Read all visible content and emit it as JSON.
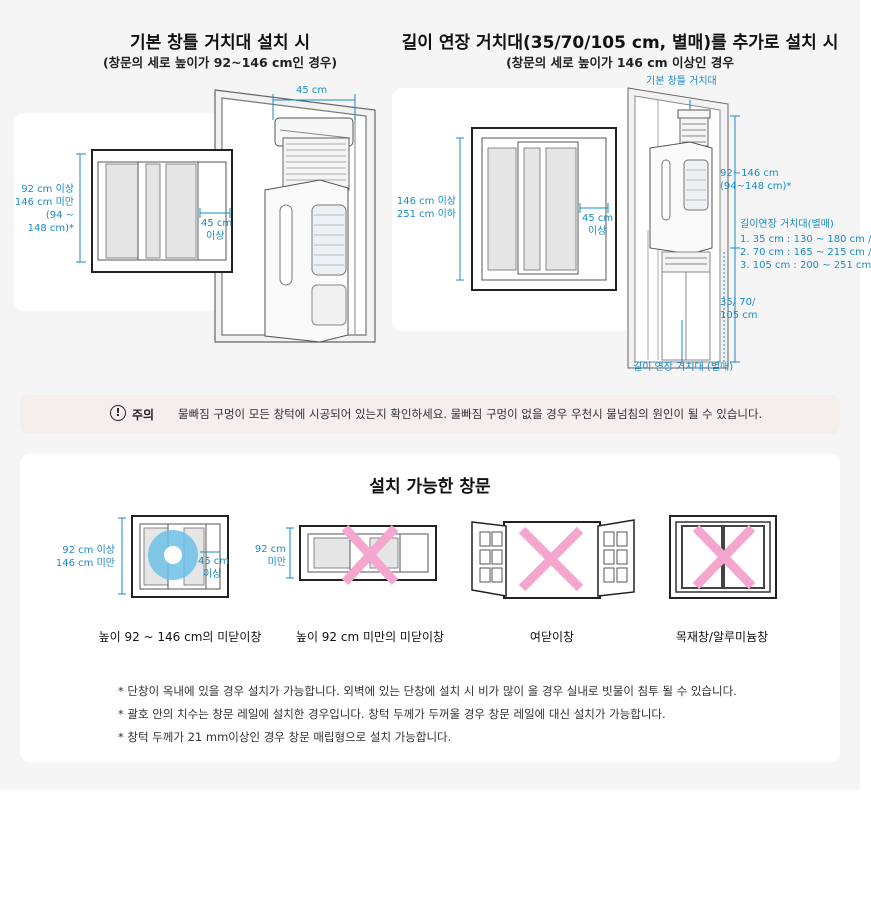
{
  "top_left": {
    "title": "기본 창틀 거치대 설치 시",
    "subtitle": "(창문의 세로 높이가 92~146 cm인 경우)",
    "width_label": "45 cm",
    "height_label_1": "92 cm 이상",
    "height_label_2": "146 cm 미만",
    "height_label_3": "(94 ~",
    "height_label_4": "148 cm)*",
    "gap_label_1": "45 cm",
    "gap_label_2": "이상"
  },
  "top_right": {
    "title": "길이 연장 거치대(35/70/105 cm, 별매)를 추가로 설치 시",
    "subtitle": "(창문의 세로 높이가 146 cm 이상인 경우",
    "basic_mount_label": "기본 창틀 거치대",
    "height_label_1": "146 cm 이상",
    "height_label_2": "251 cm 이하",
    "gap_label_1": "45 cm",
    "gap_label_2": "이상",
    "range_1": "92~146 cm",
    "range_2": "(94~148 cm)*",
    "ext_title": "길이연장 거치대(별매)",
    "ext_1": "1. 35 cm : 130 ~ 180 cm /",
    "ext_2": "2. 70 cm : 165 ~ 215 cm /",
    "ext_3": "3. 105 cm : 200 ~ 251 cm",
    "ext_len_1": "35/ 70/",
    "ext_len_2": "105 cm",
    "ext_bottom_label": "길이 연장 거치대 (별매)"
  },
  "notice": {
    "icon": "!",
    "label": "주의",
    "text": "물빠짐 구멍이 모든 창턱에 시공되어 있는지 확인하세요. 물빠짐 구멍이 없을 경우 우천시 물넘침의 원인이 될 수 있습니다."
  },
  "installable": {
    "title": "설치 가능한 창문",
    "item1_label_1": "92 cm 이상",
    "item1_label_2": "146 cm 미만",
    "item1_gap_1": "45 cm",
    "item1_gap_2": "이상",
    "item2_label_1": "92 cm",
    "item2_label_2": "미만",
    "captions": [
      "높이 92 ~ 146 cm의 미닫이창",
      "높이 92 cm 미만의 미닫이창",
      "여닫이창",
      "목재창/알루미늄창"
    ],
    "notes": [
      "* 단창이 옥내에 있을 경우 설치가 가능합니다. 외벽에 있는 단창에 설치 시 비가 많이 올 경우 실내로 빗물이 침투 될 수 있습니다.",
      "* 괄호 안의 치수는 창문 레일에 설치한 경우입니다. 창턱 두께가 두꺼울 경우 창문 레일에 대신 설치가 가능합니다.",
      "* 창턱 두께가 21 mm이상인 경우 창문 매립형으로 설치 가능합니다."
    ]
  },
  "colors": {
    "accent_blue": "#1a8bc6",
    "cross_pink": "#f4a6cf",
    "notice_bg": "#f6eded"
  }
}
